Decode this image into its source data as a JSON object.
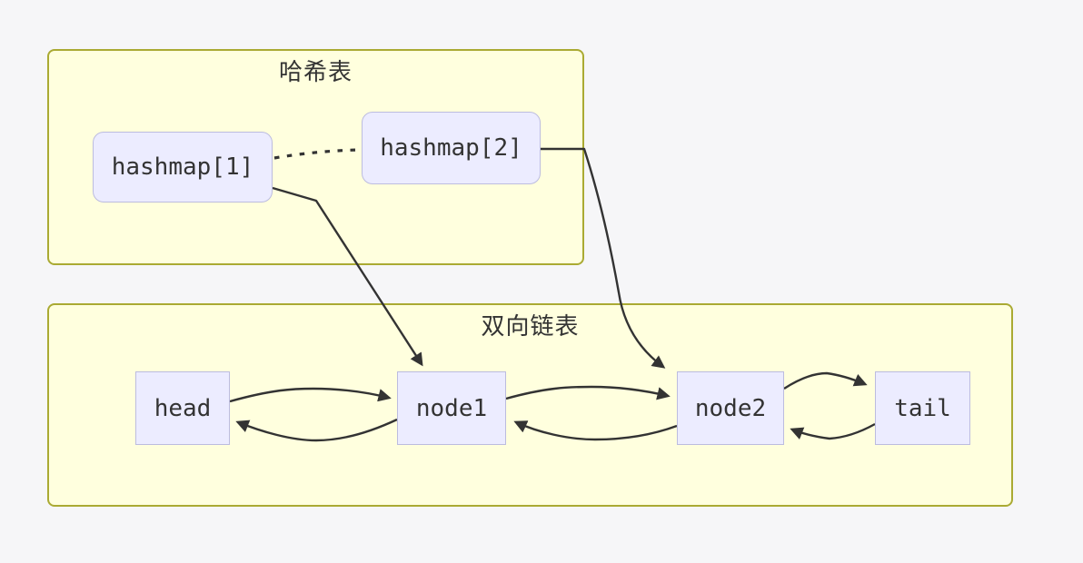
{
  "diagram": {
    "type": "flowchart",
    "clusters": [
      {
        "id": "hash",
        "title": "哈希表"
      },
      {
        "id": "list",
        "title": "双向链表"
      }
    ],
    "nodes": [
      {
        "id": "hashmap1",
        "label": "hashmap[1]",
        "cluster": "hash",
        "shape": "rounded"
      },
      {
        "id": "hashmap2",
        "label": "hashmap[2]",
        "cluster": "hash",
        "shape": "rounded"
      },
      {
        "id": "head",
        "label": "head",
        "cluster": "list",
        "shape": "rect"
      },
      {
        "id": "node1",
        "label": "node1",
        "cluster": "list",
        "shape": "rect"
      },
      {
        "id": "node2",
        "label": "node2",
        "cluster": "list",
        "shape": "rect"
      },
      {
        "id": "tail",
        "label": "tail",
        "cluster": "list",
        "shape": "rect"
      }
    ],
    "edges": [
      {
        "from": "hashmap1",
        "to": "hashmap2",
        "style": "dotted",
        "arrow": false
      },
      {
        "from": "hashmap1",
        "to": "node1",
        "style": "solid",
        "arrow": true
      },
      {
        "from": "hashmap2",
        "to": "node2",
        "style": "solid",
        "arrow": true
      },
      {
        "from": "head",
        "to": "node1",
        "style": "solid",
        "arrow": true
      },
      {
        "from": "node1",
        "to": "head",
        "style": "solid",
        "arrow": true
      },
      {
        "from": "node1",
        "to": "node2",
        "style": "solid",
        "arrow": true
      },
      {
        "from": "node2",
        "to": "node1",
        "style": "solid",
        "arrow": true
      },
      {
        "from": "node2",
        "to": "tail",
        "style": "solid",
        "arrow": true
      },
      {
        "from": "tail",
        "to": "node2",
        "style": "solid",
        "arrow": true
      }
    ],
    "colors": {
      "page_bg": "#f6f6f8",
      "cluster_fill": "#ffffde",
      "cluster_border": "#aaaa33",
      "node_fill": "#ececff",
      "node_border": "#bcbcdf",
      "edge": "#333333",
      "text": "#333333"
    }
  }
}
